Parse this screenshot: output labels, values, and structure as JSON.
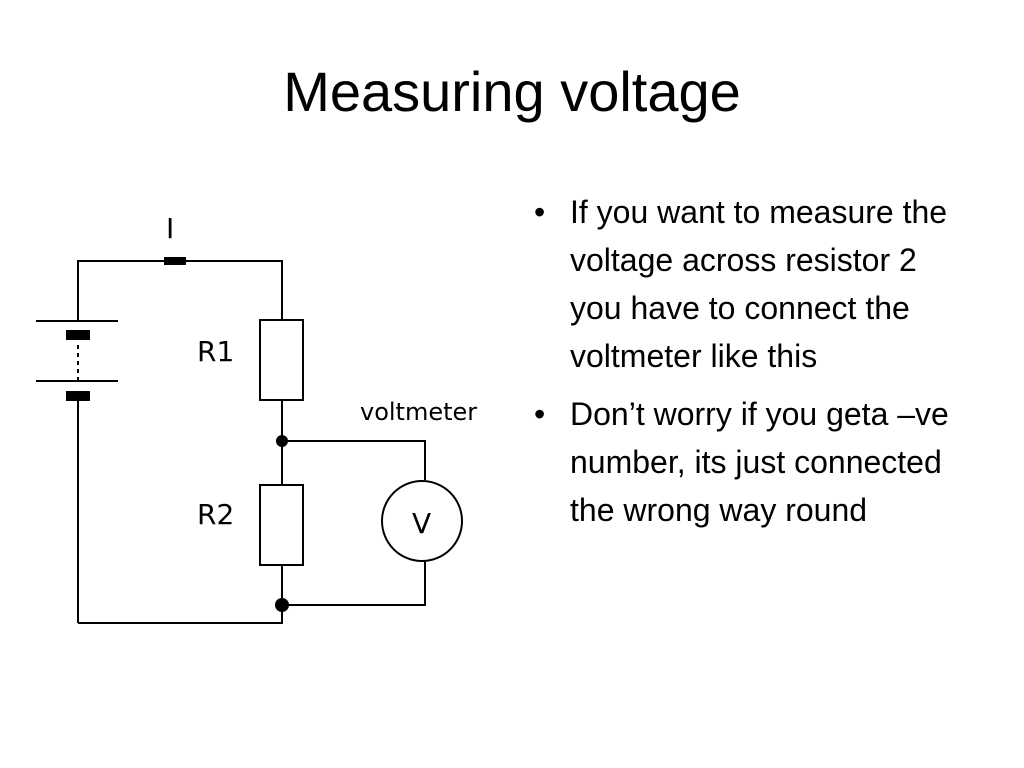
{
  "slide": {
    "title": "Measuring voltage",
    "bullets": [
      "If you want to measure the voltage across resistor 2 you have to connect the voltmeter like this",
      "Don’t worry if you geta –ve number, its just connected the wrong way round"
    ],
    "bullet_symbol": "•"
  },
  "diagram": {
    "current_label": "I",
    "r1_label": "R1",
    "r2_label": "R2",
    "voltmeter_label": "voltmeter",
    "meter_symbol": "V"
  }
}
